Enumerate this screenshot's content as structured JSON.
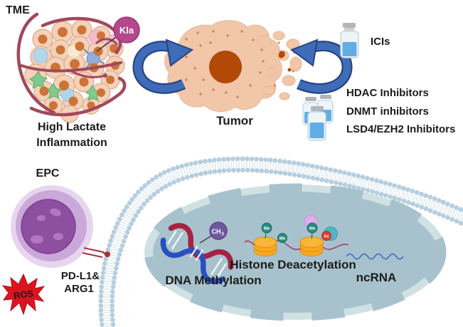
{
  "tme": {
    "label": "TME",
    "kla_badge": "Kla",
    "caption_line1": "High Lactate",
    "caption_line2": "Inflammation"
  },
  "tumor": {
    "label": "Tumor"
  },
  "therapies": {
    "icis_label": "ICIs",
    "inhibitors": [
      "HDAC Inhibitors",
      "DNMT inhibitors",
      "LSD4/EZH2 Inhibitors"
    ]
  },
  "epc": {
    "label": "EPC",
    "secreted_line1": "PD-L1&",
    "secreted_line2": "ARG1",
    "ros_badge": "ROS"
  },
  "nucleus": {
    "dna_methylation_label": "DNA Methylation",
    "ch3_base": "CH",
    "ch3_sub": "3",
    "histone_label": "Histone Deacetylation",
    "me_badge": "Me",
    "ac_badge": "Ac",
    "ncrna_label": "ncRNA"
  },
  "colors": {
    "arrow_blue": "#3f6cb8",
    "arrow_blue_dark": "#27457f",
    "kla_magenta": "#b5478d",
    "vessel_red": "#a3485a",
    "tumor_peach": "#f2c6a9",
    "tumor_core": "#b34906",
    "vial_liquid": "#62aee4",
    "epc_purple": "#8d4fa0",
    "ros_red": "#dd1420",
    "ros_text_yellow": "#ffd400",
    "receptor_red": "#a8303e",
    "membrane_blue": "#b6cede",
    "nucleus_fill": "#a8c2cd",
    "dna_blue": "#2a50c0",
    "dna_red": "#a62240",
    "ch3_purple": "#70589f",
    "histone_orange": "#f7a81f",
    "me_teal": "#2a8a7e",
    "ac_red": "#d8402c",
    "ncrna_blue": "#4673c8"
  }
}
